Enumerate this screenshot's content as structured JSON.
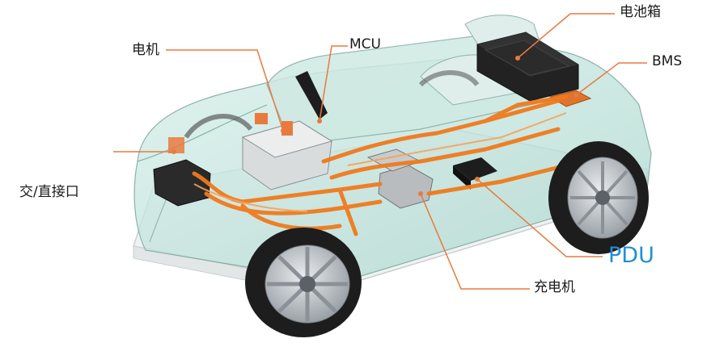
{
  "labels": {
    "motor": "电机",
    "mcu": "MCU",
    "battery_box": "电池箱",
    "bms": "BMS",
    "ac_dc_port": "交/直接口",
    "pdu": "PDU",
    "charger": "充电机"
  },
  "colors": {
    "leader_line": "#e87a3e",
    "wiring": "#f07a1c",
    "pdu_text": "#1f8fd6",
    "body_glass": "#bfe3dc",
    "chassis": "#f1f3f3",
    "tire": "#1d1d1d",
    "rim": "#cfd3d6"
  }
}
